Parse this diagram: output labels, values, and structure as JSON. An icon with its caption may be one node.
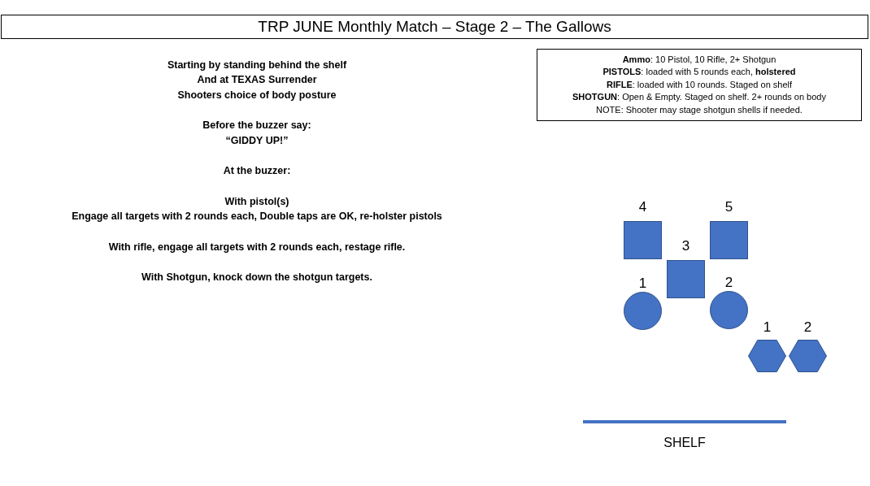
{
  "diagram": {
    "title": "TRP JUNE Monthly Match – Stage 2 – The Gallows",
    "nodes": [
      {
        "text": [
          "**Ammo**: 10 Pistol, 10 Rifle, 2+ Shotgun",
          "**PISTOLS**: loaded with 5 rounds each, **holstered**",
          "**RIFLE**: loaded with 10 rounds. Staged on shelf",
          "**SHOTGUN**: Open & Empty. Staged on shelf. 2+ rounds on body",
          "NOTE: Shooter may stage shotgun shells if needed."
        ]
      },
      {
        "text": [
          "4"
        ]
      },
      {
        "text": [
          "5"
        ]
      },
      {
        "text": [
          "3"
        ]
      },
      {
        "text": [
          "1"
        ]
      },
      {
        "text": [
          "2"
        ]
      },
      {
        "text": [
          "1"
        ]
      },
      {
        "text": [
          "2"
        ]
      },
      {
        "text": [
          "SHELF"
        ]
      }
    ],
    "labels": [
      "Starting by standing behind the shelf",
      "And at TEXAS Surrender",
      "Shooters choice of body posture",
      "Before the buzzer say:",
      "“GIDDY UP!”",
      "At the buzzer:",
      "With pistol(s)",
      "Engage all targets with 2 rounds each, Double taps are OK, re-holster pistols",
      "With rifle, engage all targets with 2 rounds each, restage rifle.",
      "With Shotgun, knock down the shotgun targets."
    ]
  }
}
